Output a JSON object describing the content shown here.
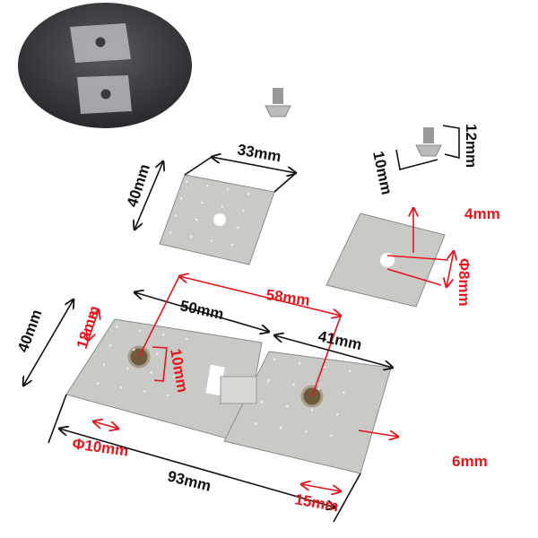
{
  "inset": {
    "description_label": ""
  },
  "labels": {
    "top_plate_width": "33mm",
    "top_plate_height": "40mm",
    "screw_length": "10mm",
    "screw_head": "12mm",
    "offset_top": "4mm",
    "hole_diameter_small": "Φ8mm",
    "hinge_left_width": "50mm",
    "hole_spacing": "58mm",
    "hinge_height": "40mm",
    "hole_edge_offset": "18mm",
    "nut_height": "10mm",
    "hinge_right_width": "41mm",
    "nut_diameter": "Φ10mm",
    "offset_bottom": "6mm",
    "total_length": "93mm",
    "hole_side_offset": "15mm"
  },
  "colors": {
    "dimension_black": "#111111",
    "dimension_red": "#e8141b",
    "metal": "#c9c9c6"
  }
}
